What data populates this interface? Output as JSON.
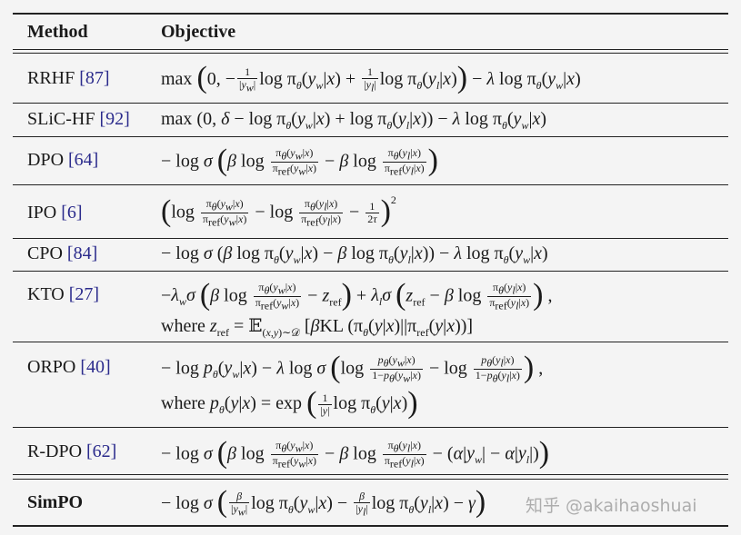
{
  "header": {
    "method": "Method",
    "objective": "Objective"
  },
  "rows": [
    {
      "name": "RRHF",
      "ref": "[87]"
    },
    {
      "name": "SLiC-HF",
      "ref": "[92]"
    },
    {
      "name": "DPO",
      "ref": "[64]"
    },
    {
      "name": "IPO",
      "ref": "[6]"
    },
    {
      "name": "CPO",
      "ref": "[84]"
    },
    {
      "name": "KTO",
      "ref": "[27]"
    },
    {
      "name": "ORPO",
      "ref": "[40]"
    },
    {
      "name": "R-DPO",
      "ref": "[62]"
    },
    {
      "name": "SimPO",
      "ref": ""
    }
  ],
  "watermark": "知乎 @akaihaoshuai",
  "colors": {
    "ref_link": "#2b2b8c",
    "background": "#f4f4f4"
  }
}
